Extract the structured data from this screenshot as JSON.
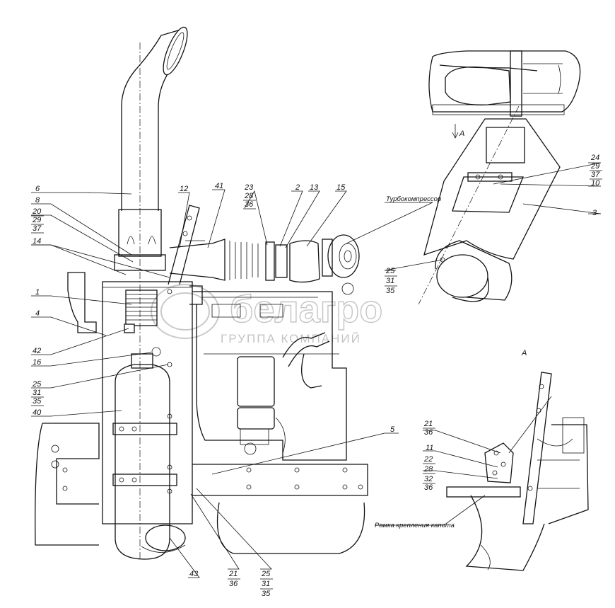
{
  "callouts_main": [
    {
      "id": "c6",
      "text": "6"
    },
    {
      "id": "c8",
      "text": "8"
    },
    {
      "id": "c20",
      "text": "20"
    },
    {
      "id": "c29a",
      "text": "29"
    },
    {
      "id": "c37a",
      "text": "37"
    },
    {
      "id": "c14",
      "text": "14"
    },
    {
      "id": "c1",
      "text": "1"
    },
    {
      "id": "c4",
      "text": "4"
    },
    {
      "id": "c42",
      "text": "42"
    },
    {
      "id": "c16",
      "text": "16"
    },
    {
      "id": "c25a",
      "text": "25"
    },
    {
      "id": "c31a",
      "text": "31"
    },
    {
      "id": "c35a",
      "text": "35"
    },
    {
      "id": "c40",
      "text": "40"
    },
    {
      "id": "c12",
      "text": "12"
    },
    {
      "id": "c41",
      "text": "41"
    },
    {
      "id": "c23",
      "text": "23"
    },
    {
      "id": "c28a",
      "text": "28"
    },
    {
      "id": "c36a",
      "text": "36"
    },
    {
      "id": "c2",
      "text": "2"
    },
    {
      "id": "c13",
      "text": "13"
    },
    {
      "id": "c15",
      "text": "15"
    },
    {
      "id": "c5",
      "text": "5"
    },
    {
      "id": "c43",
      "text": "43"
    },
    {
      "id": "c21a",
      "text": "21"
    },
    {
      "id": "c36b",
      "text": "36"
    },
    {
      "id": "c25b",
      "text": "25"
    },
    {
      "id": "c31b",
      "text": "31"
    },
    {
      "id": "c35b",
      "text": "35"
    }
  ],
  "callouts_top_view": [
    {
      "id": "c24",
      "text": "24"
    },
    {
      "id": "c29b",
      "text": "29"
    },
    {
      "id": "c37b",
      "text": "37"
    },
    {
      "id": "c10",
      "text": "10"
    },
    {
      "id": "c3",
      "text": "3"
    },
    {
      "id": "c25c",
      "text": "25"
    },
    {
      "id": "c31c",
      "text": "31"
    },
    {
      "id": "c35c",
      "text": "35"
    }
  ],
  "callouts_view_a": [
    {
      "id": "c21b",
      "text": "21"
    },
    {
      "id": "c36c",
      "text": "36"
    },
    {
      "id": "c11",
      "text": "11"
    },
    {
      "id": "c22",
      "text": "22"
    },
    {
      "id": "c28b",
      "text": "28"
    },
    {
      "id": "c32",
      "text": "32"
    },
    {
      "id": "c36d",
      "text": "36"
    }
  ],
  "labels": {
    "turbocharger": "Турбокомпрессор",
    "hood_frame": "Рамка крепления капота",
    "view_letter_arrow": "A",
    "view_letter_title": "A"
  },
  "watermark": {
    "brand": "белагро",
    "tagline": "ГРУППА КОМПАНИЙ"
  }
}
